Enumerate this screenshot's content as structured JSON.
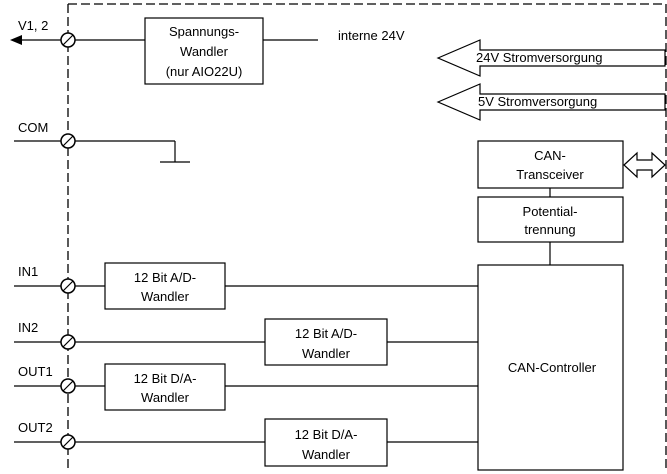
{
  "terminals": {
    "v12": "V1, 2",
    "com": "COM",
    "in1": "IN1",
    "in2": "IN2",
    "out1": "OUT1",
    "out2": "OUT2"
  },
  "converter": {
    "line1": "Spannungs-",
    "line2": "Wandler",
    "line3": "(nur AIO22U)"
  },
  "internal_supply": "interne 24V",
  "supply_24v": "24V Stromversorgung",
  "supply_5v": "5V Stromversorgung",
  "transceiver": {
    "line1": "CAN-",
    "line2": "Transceiver"
  },
  "isolation": {
    "line1": "Potential-",
    "line2": "trennung"
  },
  "controller": "CAN-Controller",
  "adc1": {
    "line1": "12 Bit A/D-",
    "line2": "Wandler"
  },
  "adc2": {
    "line1": "12 Bit A/D-",
    "line2": "Wandler"
  },
  "dac1": {
    "line1": "12 Bit D/A-",
    "line2": "Wandler"
  },
  "dac2": {
    "line1": "12 Bit D/A-",
    "line2": "Wandler"
  }
}
